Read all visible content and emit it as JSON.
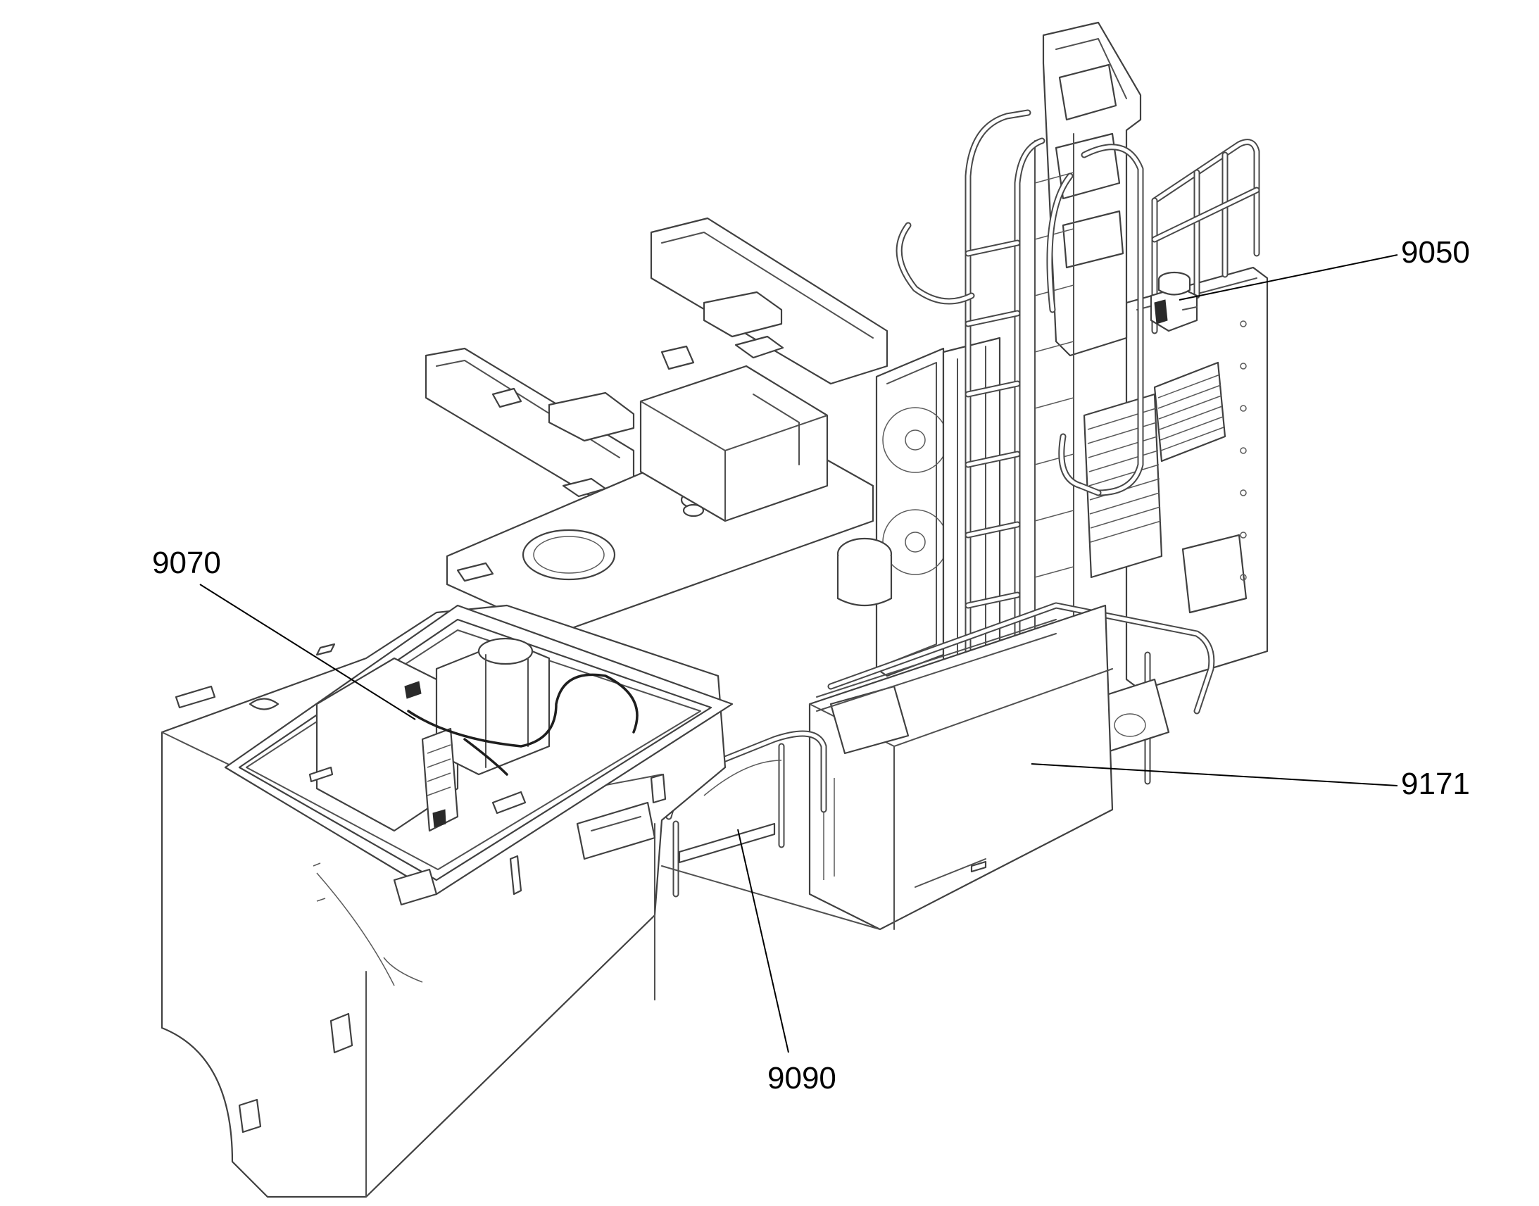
{
  "diagram": {
    "callouts": [
      {
        "id": "c9050",
        "label": "9050"
      },
      {
        "id": "c9070",
        "label": "9070"
      },
      {
        "id": "c9171",
        "label": "9171"
      },
      {
        "id": "c9090",
        "label": "9090"
      }
    ]
  }
}
